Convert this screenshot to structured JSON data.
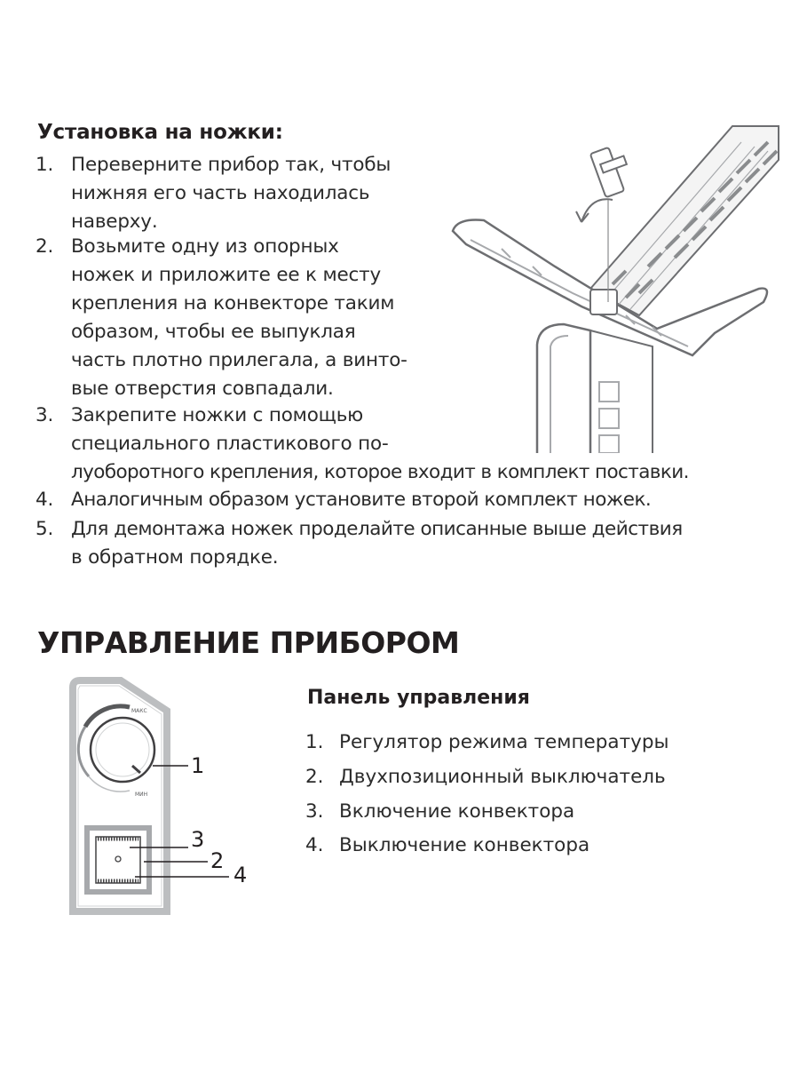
{
  "install": {
    "heading": "Установка на ножки:",
    "steps": [
      {
        "num": "1.",
        "lines": [
          "Переверните прибор так, чтобы",
          "нижняя его часть находилась",
          "наверху."
        ]
      },
      {
        "num": "2.",
        "lines": [
          "Возьмите одну из опорных",
          "ножек и приложите ее к месту",
          "крепления на конвекторе таким",
          "образом, чтобы ее выпуклая",
          "часть плотно прилегала, а винто-",
          "вые отверстия совпадали."
        ]
      },
      {
        "num": "3.",
        "lines": [
          "Закрепите ножки с помощью",
          "специального пластикового по-",
          "луоборотного крепления, которое входит в комплект поставки."
        ]
      },
      {
        "num": "4.",
        "lines": [
          "Аналогичным образом установите второй комплект ножек."
        ]
      },
      {
        "num": "5.",
        "lines": [
          "Для демонтажа ножек проделайте описанные выше действия",
          "в обратном порядке."
        ]
      }
    ]
  },
  "control": {
    "heading": "УПРАВЛЕНИЕ ПРИБОРОМ",
    "panel_heading": "Панель управления",
    "items": [
      {
        "num": "1.",
        "text": "Регулятор режима температуры"
      },
      {
        "num": "2.",
        "text": "Двухпозиционный выключатель"
      },
      {
        "num": "3.",
        "text": "Включение конвектора"
      },
      {
        "num": "4.",
        "text": "Выключение конвектора"
      }
    ],
    "diagram": {
      "max_label": "МАКС",
      "min_label": "МИН",
      "callouts": [
        "1",
        "2",
        "3",
        "4"
      ]
    }
  }
}
